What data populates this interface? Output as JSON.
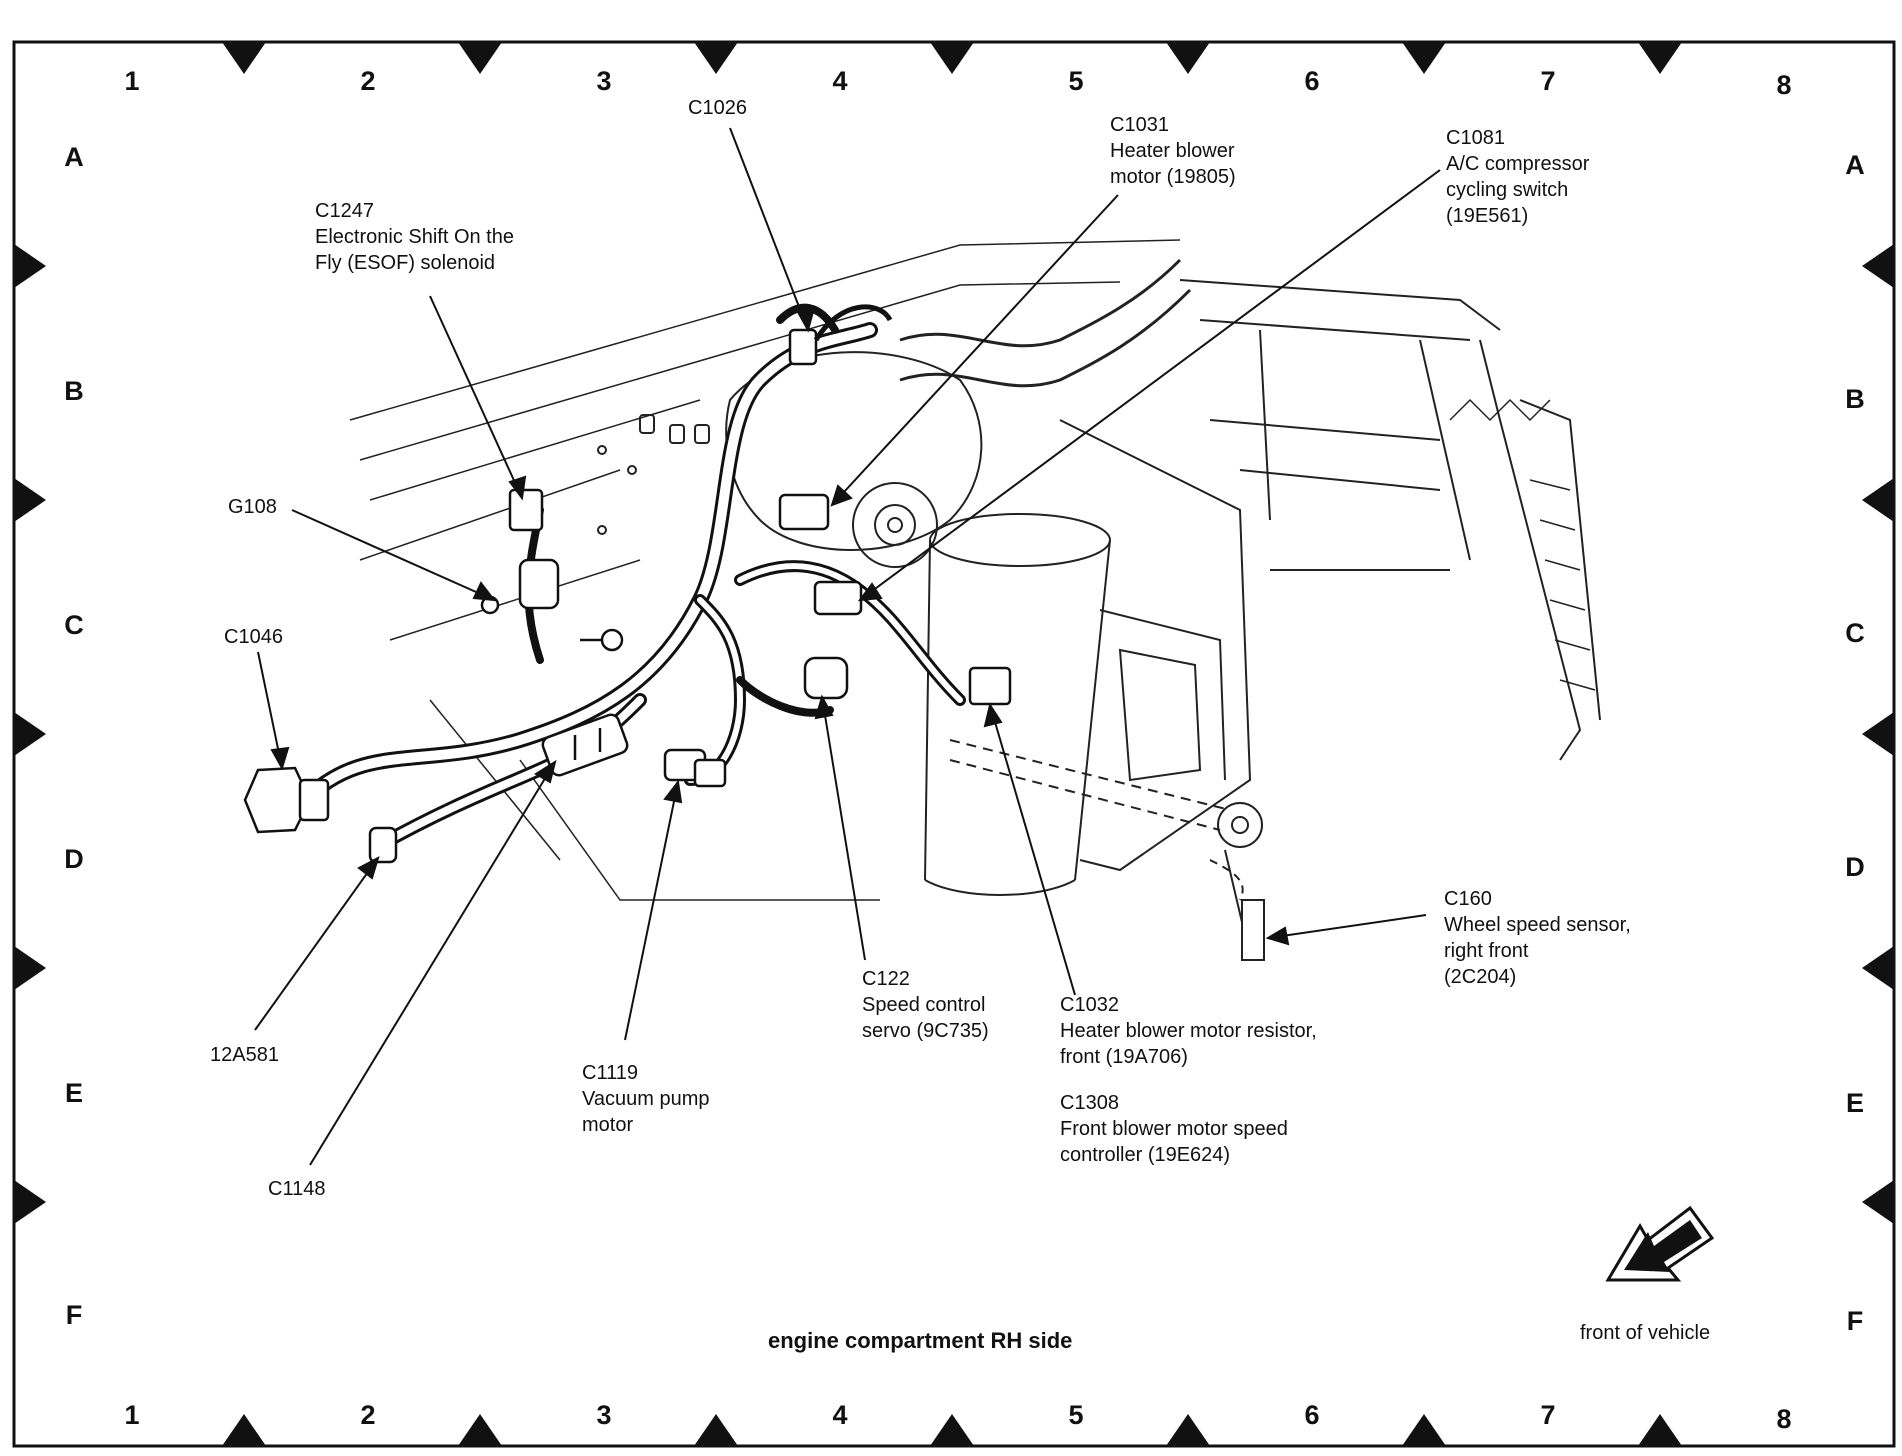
{
  "grid": {
    "columns": [
      "1",
      "2",
      "3",
      "4",
      "5",
      "6",
      "7",
      "8"
    ],
    "rows": [
      "A",
      "B",
      "C",
      "D",
      "E",
      "F"
    ]
  },
  "title": "engine compartment RH side",
  "front_label": "front of vehicle",
  "callouts": {
    "c1026": [
      "C1026"
    ],
    "c1031": [
      "C1031",
      "Heater blower",
      "motor (19805)"
    ],
    "c1081": [
      "C1081",
      "A/C compressor",
      "cycling switch",
      "(19E561)"
    ],
    "c1247": [
      "C1247",
      "Electronic Shift On the",
      "Fly (ESOF) solenoid"
    ],
    "g108": [
      "G108"
    ],
    "c1046": [
      "C1046"
    ],
    "c160": [
      "C160",
      "Wheel speed sensor,",
      "right front",
      "(2C204)"
    ],
    "c122": [
      "C122",
      "Speed control",
      "servo (9C735)"
    ],
    "c1032": [
      "C1032",
      "Heater blower motor resistor,",
      "front  (19A706)"
    ],
    "c1308": [
      "C1308",
      "Front blower motor speed",
      "controller (19E624)"
    ],
    "a12581": [
      "12A581"
    ],
    "c1119": [
      "C1119",
      "Vacuum pump",
      "motor"
    ],
    "c1148": [
      "C1148"
    ]
  }
}
